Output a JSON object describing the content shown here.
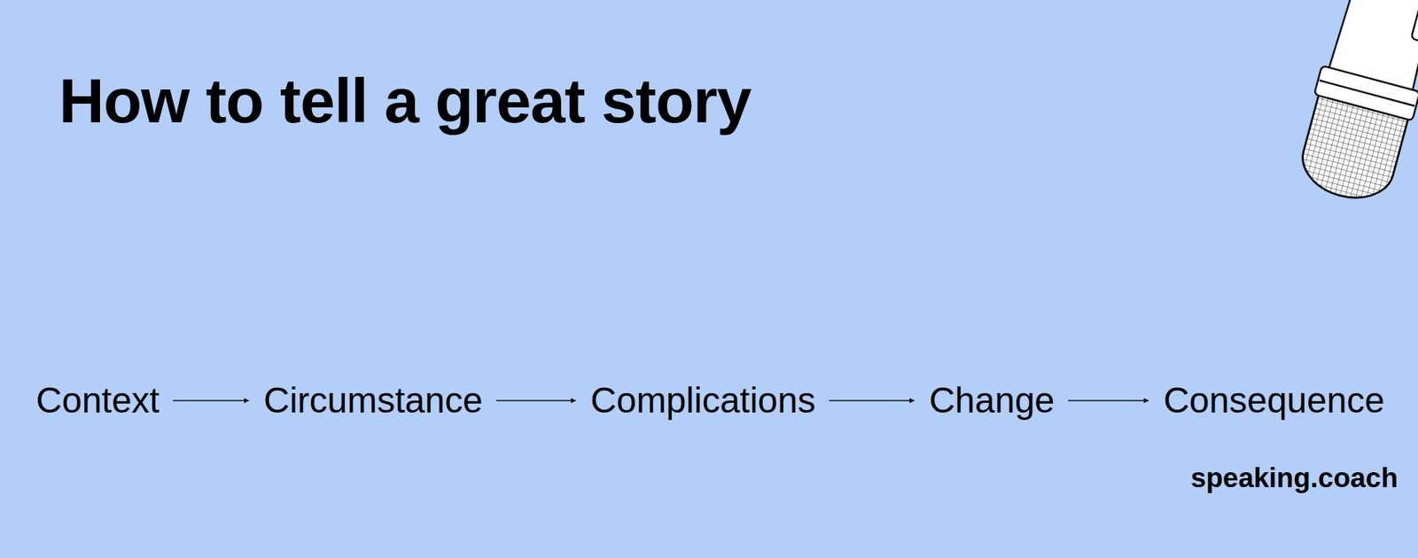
{
  "diagram": {
    "title": "How to tell a great story",
    "nodes": [
      {
        "text": [
          "Context"
        ]
      },
      {
        "text": [
          "Circumstance"
        ]
      },
      {
        "text": [
          "Complications"
        ]
      },
      {
        "text": [
          "Change"
        ]
      },
      {
        "text": [
          "Consequence"
        ]
      }
    ],
    "edges": [
      {
        "from": 0,
        "to": 1,
        "arrow": "to"
      },
      {
        "from": 1,
        "to": 2,
        "arrow": "to"
      },
      {
        "from": 2,
        "to": 3,
        "arrow": "to"
      },
      {
        "from": 3,
        "to": 4,
        "arrow": "to"
      }
    ],
    "labels": [
      "speaking.coach"
    ]
  }
}
